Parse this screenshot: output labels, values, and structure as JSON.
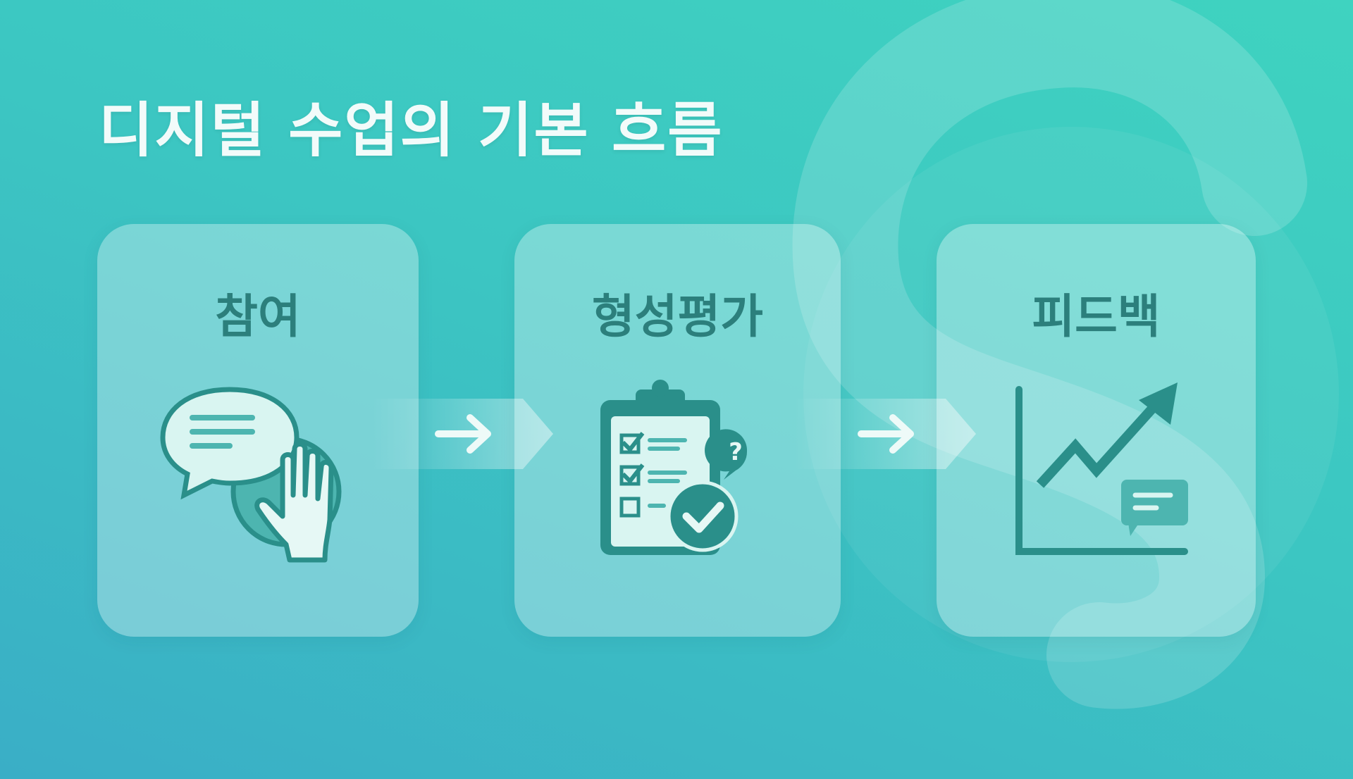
{
  "title": "디지털 수업의 기본 흐름",
  "steps": [
    {
      "label": "참여",
      "icon": "chat-hand-icon"
    },
    {
      "label": "형성평가",
      "icon": "clipboard-check-icon"
    },
    {
      "label": "피드백",
      "icon": "growth-chart-icon"
    }
  ],
  "colors": {
    "icon": "#2a8f8a",
    "icon_fill": "#d9f5f1",
    "text": "#2c7f7c"
  }
}
